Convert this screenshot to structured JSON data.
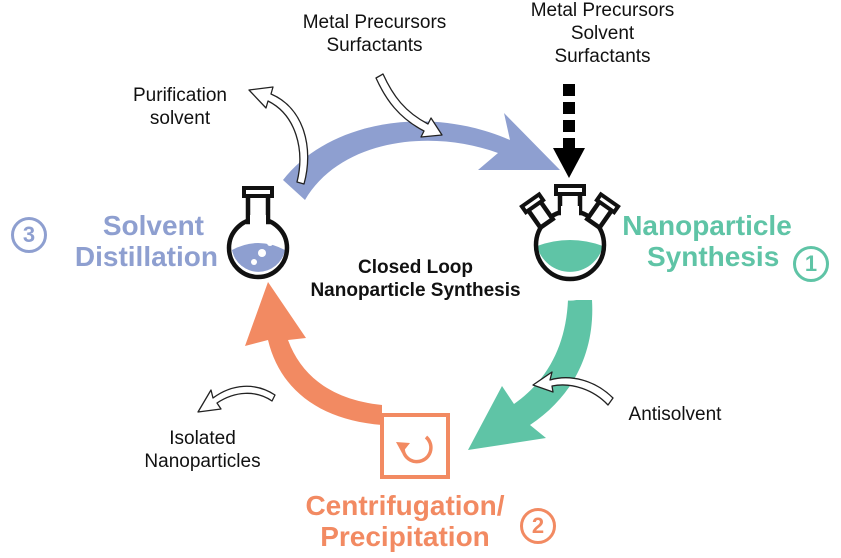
{
  "colors": {
    "synthesis": "#5fc4a6",
    "precipitation": "#f28a62",
    "distillation": "#8e9fd0",
    "arrow_outline": "#222222"
  },
  "center": {
    "line1": "Closed Loop",
    "line2": "Nanoparticle Synthesis"
  },
  "stages": {
    "synthesis": {
      "line1": "Nanoparticle",
      "line2": "Synthesis",
      "number": "1"
    },
    "precipitation": {
      "line1": "Centrifugation/",
      "line2": "Precipitation",
      "number": "2"
    },
    "distillation": {
      "line1": "Solvent",
      "line2": "Distillation",
      "number": "3"
    }
  },
  "inputs": {
    "top_left": {
      "line1": "Metal Precursors",
      "line2": "Surfactants"
    },
    "top_right": {
      "line1": "Metal Precursors",
      "line2": "Solvent",
      "line3": "Surfactants"
    },
    "purification": {
      "line1": "Purification",
      "line2": "solvent"
    },
    "antisolvent": {
      "line1": "Antisolvent"
    },
    "isolated": {
      "line1": "Isolated",
      "line2": "Nanoparticles"
    }
  },
  "icons": {
    "three_neck_flask": "three-neck-flask-icon",
    "round_flask": "round-bottom-flask-icon",
    "centrifuge": "centrifuge-rotate-icon"
  }
}
